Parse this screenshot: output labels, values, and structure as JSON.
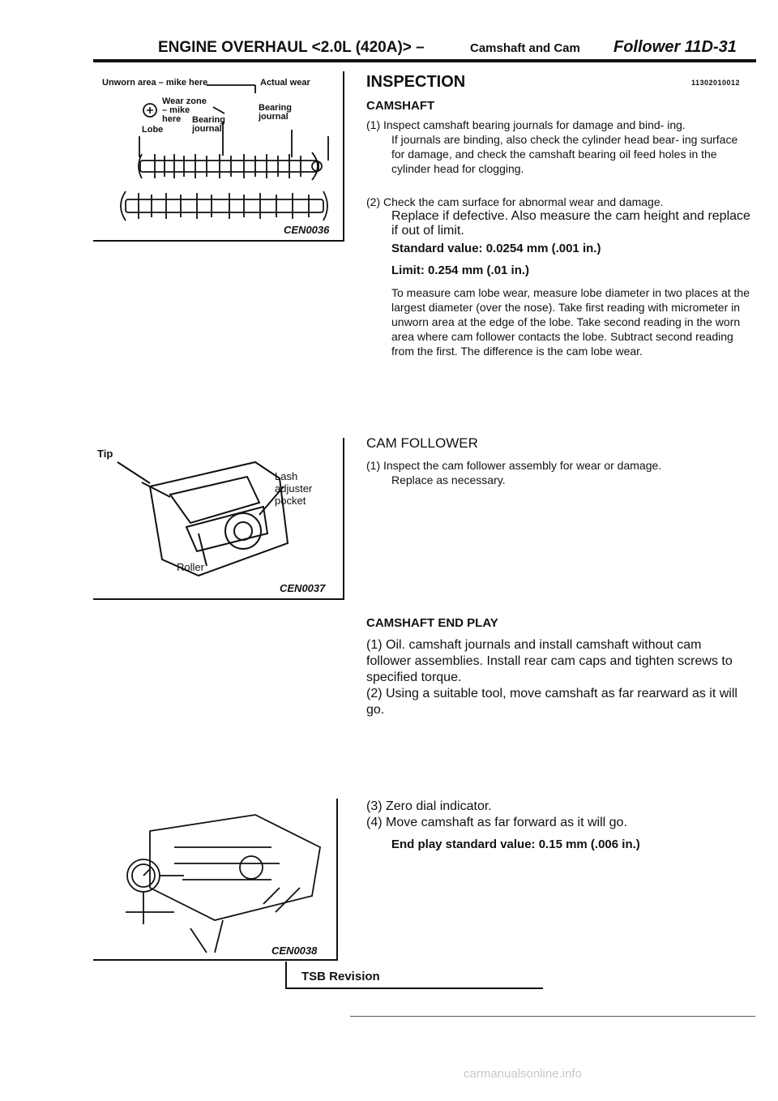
{
  "header": {
    "left": "ENGINE OVERHAUL <2.0L (420A)> –",
    "mid": "Camshaft and Cam",
    "right": "Follower 11D-31"
  },
  "figures": {
    "camshaft": {
      "labels": {
        "unworn": "Unworn area – mike here",
        "actual_wear": "Actual wear",
        "wear_zone": "Wear zone – mike here",
        "bearing_journal_right": "Bearing journal",
        "bearing_journal_mid": "Bearing journal",
        "lobe": "Lobe"
      },
      "code": "CEN0036"
    },
    "cam_follower": {
      "labels": {
        "tip": "Tip",
        "lash": "Lash adjuster pocket",
        "roller": "Roller"
      },
      "code": "CEN0037"
    },
    "dial": {
      "code": "CEN0038"
    }
  },
  "inspection": {
    "title": "INSPECTION",
    "id": "11302010012",
    "camshaft_title": "CAMSHAFT",
    "p1": "(1) Inspect camshaft bearing journals for damage and bind- ing.",
    "p1b": "If journals are binding, also check the cylinder head bear- ing surface for damage, and check the camshaft bearing oil feed holes in the cylinder head for clogging.",
    "p2": "(2) Check the cam surface for abnormal wear and damage.",
    "p2b": "Replace if defective. Also measure the cam height and replace if out of limit.",
    "standard": "Standard value: 0.0254 mm (.001 in.)",
    "limit": "Limit: 0.254 mm (.01 in.)",
    "measure": "To measure cam lobe wear, measure lobe diameter in two places at the largest diameter (over the nose). Take first reading with micrometer in unworn area at the edge of the lobe. Take second reading in the worn area where cam follower contacts the lobe. Subtract second reading from the first. The difference is the cam lobe wear."
  },
  "cam_follower": {
    "title": "CAM FOLLOWER",
    "p1": "(1) Inspect the cam follower assembly for wear or damage.",
    "p1b": "Replace as necessary."
  },
  "end_play": {
    "title": "CAMSHAFT END PLAY",
    "p1": "(1) Oil. camshaft journals and install camshaft without cam follower assemblies. Install rear cam caps and tighten screws to specified torque.",
    "p2": "(2) Using a suitable tool, move camshaft as far rearward as it will go.",
    "p3": "(3) Zero dial indicator.",
    "p4": "(4) Move camshaft as far forward as it will go.",
    "standard": "End play standard value: 0.15 mm (.006 in.)"
  },
  "footer": {
    "tsb": "TSB Revision",
    "watermark": "carmanualsonline.info"
  }
}
